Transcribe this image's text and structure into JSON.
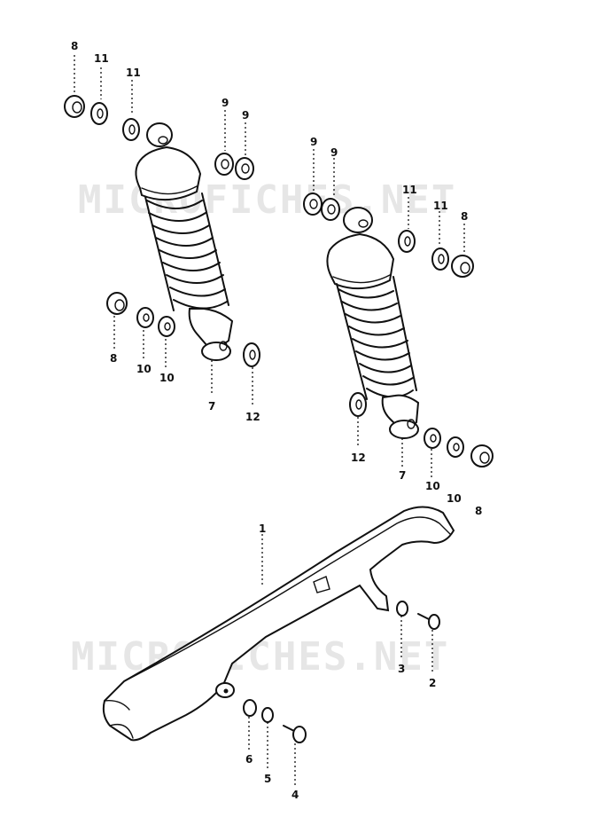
{
  "watermark": "MICROFICHES.NET",
  "callouts": {
    "c1": "8",
    "c2": "11",
    "c3": "11",
    "c4": "9",
    "c5": "9",
    "c6": "8",
    "c7": "10",
    "c8": "10",
    "c9": "7",
    "c10": "12",
    "c11": "9",
    "c12": "9",
    "c13": "11",
    "c14": "11",
    "c15": "8",
    "c16": "12",
    "c17": "7",
    "c18": "10",
    "c19": "10",
    "c20": "8",
    "c21": "1",
    "c22": "3",
    "c23": "2",
    "c24": "6",
    "c25": "5",
    "c26": "4"
  }
}
